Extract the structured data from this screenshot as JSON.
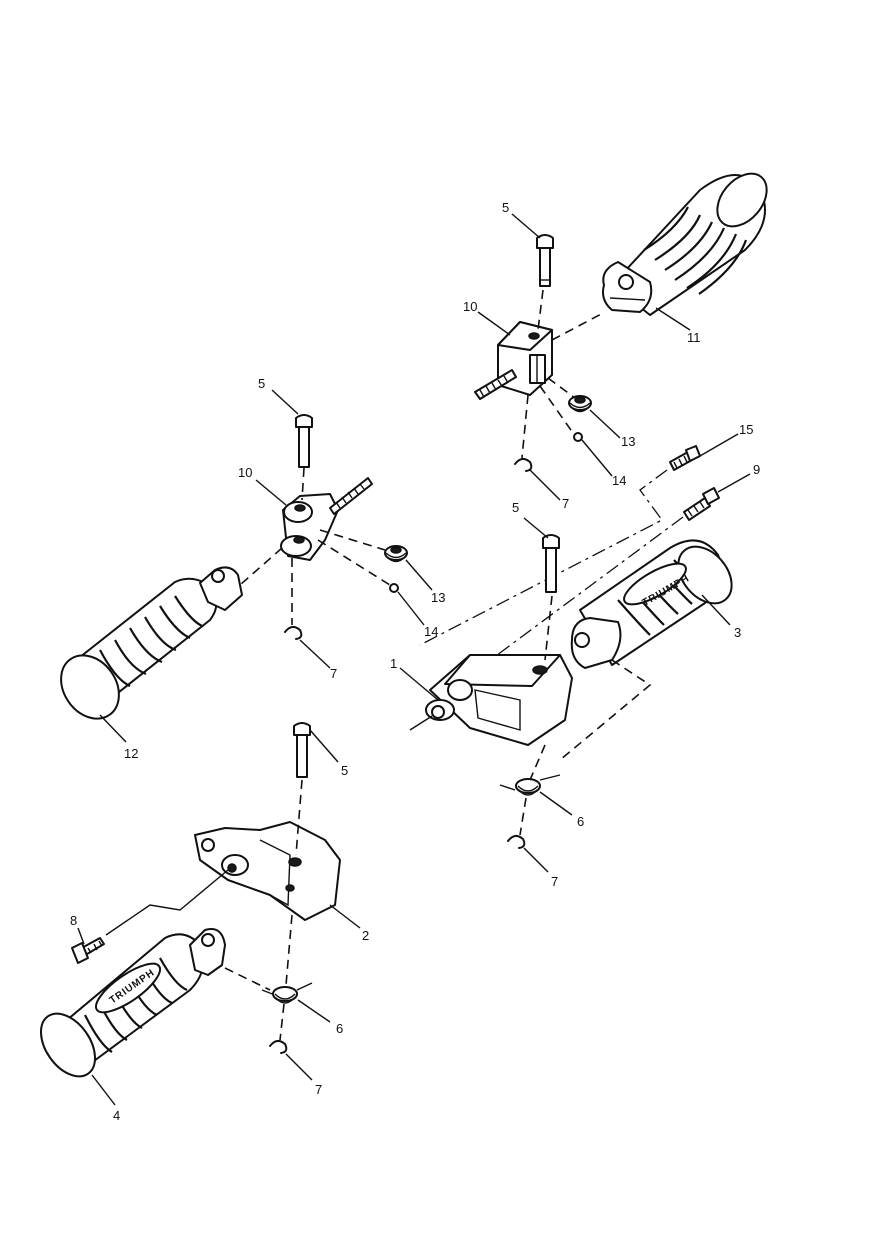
{
  "callouts": {
    "c1": "1",
    "c2": "2",
    "c3": "3",
    "c4": "4",
    "c5_top": "5",
    "c5_left": "5",
    "c5_mid": "5",
    "c5_bottom": "5",
    "c6_right": "6",
    "c6_left": "6",
    "c7_top": "7",
    "c7_left": "7",
    "c7_right": "7",
    "c7_bottom": "7",
    "c8": "8",
    "c9": "9",
    "c10_top": "10",
    "c10_left": "10",
    "c11": "11",
    "c12": "12",
    "c13_top": "13",
    "c13_left": "13",
    "c14_top": "14",
    "c14_left": "14",
    "c15": "15"
  },
  "badge": {
    "right": "TRIUMPH",
    "left": "TRIUMPH"
  }
}
